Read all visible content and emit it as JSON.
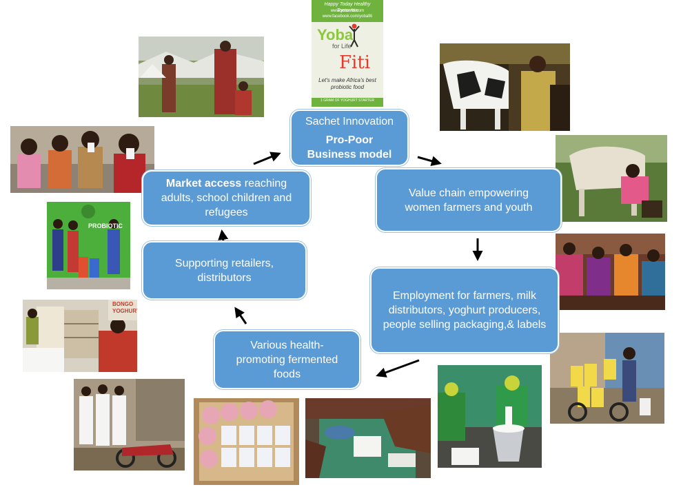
{
  "sachet": {
    "header_line1": "Happy Today Healthy Tomorrow",
    "header_line2": "www.yoba-fiti.com",
    "header_line3": "www.facebook.com/yobafiti",
    "brand_yoba": "Yoba",
    "brand_forlife": "for Life",
    "brand_fiti": "Fiti",
    "tagline": "Let's make Africa's best probiotic food",
    "footer": "1 GRAM OF YOGHURT STARTER"
  },
  "nodes": {
    "sachet": {
      "line1": "Sachet Innovation",
      "bold": "Pro-Poor Business model"
    },
    "value_chain": {
      "text": "Value chain empowering women farmers and youth"
    },
    "employment": {
      "text": "Employment for farmers, milk distributors, yoghurt producers, people selling packaging,& labels"
    },
    "foods": {
      "text": "Various health-promoting fermented foods"
    },
    "retailers": {
      "text": "Supporting retailers, distributors"
    },
    "market": {
      "bold": "Market access",
      "rest": " reaching adults, school children and refugees"
    }
  },
  "shop_sign": {
    "probiotic": "PROBIOTIC",
    "bongo": "BONGO",
    "yoghurt": "YOGHURT"
  },
  "colors": {
    "node_fill": "#5b9bd5",
    "node_text": "#ffffff",
    "arrow": "#000000",
    "yoba_green": "#8dc63f",
    "fiti_red": "#e23b2e"
  }
}
